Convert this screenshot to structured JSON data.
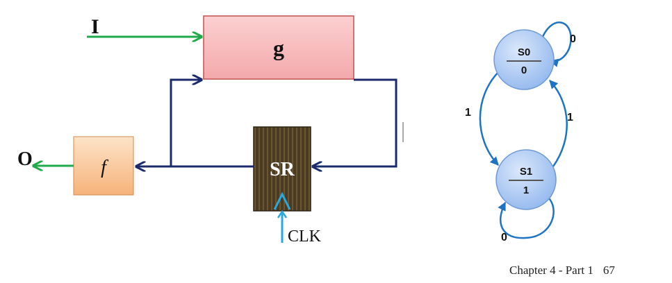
{
  "block_diagram": {
    "input_label": "I",
    "output_label": "O",
    "g_label": "g",
    "f_label": "f",
    "sr_label": "SR",
    "clk_label": "CLK"
  },
  "state_diagram": {
    "states": [
      {
        "name": "S0",
        "output": "0"
      },
      {
        "name": "S1",
        "output": "1"
      }
    ],
    "transitions": [
      {
        "from": "S0",
        "to": "S0",
        "label": "0"
      },
      {
        "from": "S0",
        "to": "S1",
        "label": "1"
      },
      {
        "from": "S1",
        "to": "S0",
        "label": "1"
      },
      {
        "from": "S1",
        "to": "S1",
        "label": "0"
      }
    ]
  },
  "footer": {
    "chapter": "Chapter 4 - Part 1",
    "page": "67"
  },
  "colors": {
    "input_arrow": "#1faa4b",
    "feedback_line": "#1b2a6b",
    "clock_arrow": "#2aa8e0",
    "g_fill": "#f7b6b8",
    "f_fill": "#f9c89b",
    "sr_fill": "#4a3a22",
    "state_fill": "#a9c8f2",
    "state_edge": "#1f74c2"
  }
}
